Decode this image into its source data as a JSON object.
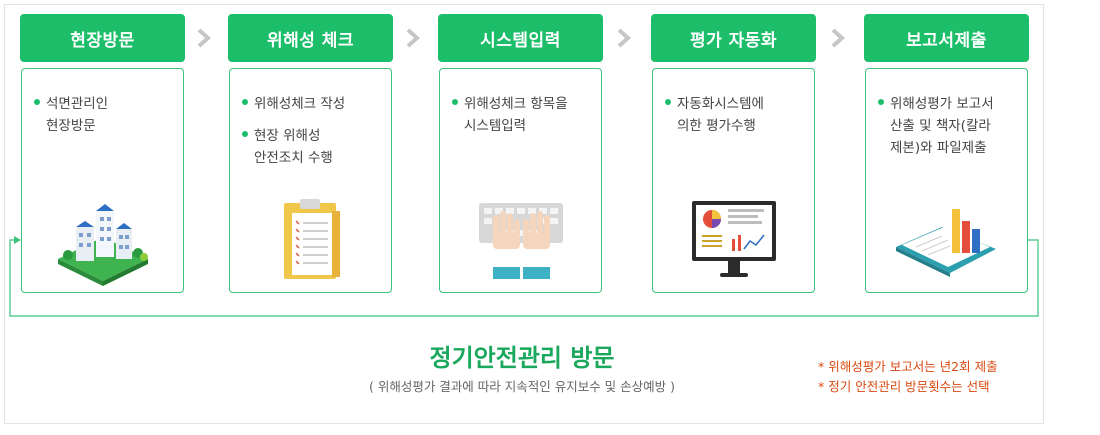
{
  "steps": [
    {
      "title": "현장방문",
      "bullets": [
        "석면관리인\n현장방문"
      ],
      "icon": "apartment-buildings-icon"
    },
    {
      "title": "위해성 체크",
      "bullets": [
        "위해성체크 작성",
        "현장 위해성\n안전조치 수행"
      ],
      "icon": "clipboard-checklist-icon"
    },
    {
      "title": "시스템입력",
      "bullets": [
        "위해성체크 항목을\n시스템입력"
      ],
      "icon": "keyboard-typing-icon"
    },
    {
      "title": "평가 자동화",
      "bullets": [
        "자동화시스템에\n의한 평가수행"
      ],
      "icon": "monitor-charts-icon"
    },
    {
      "title": "보고서제출",
      "bullets": [
        "위해성평가 보고서\n산출 및 책자(칼라\n제본)와 파일제출"
      ],
      "icon": "folder-bar-chart-icon"
    }
  ],
  "visit": {
    "title": "정기안전관리 방문",
    "subtitle": "( 위해성평가 결과에 따라 지속적인 유지보수 및 손상예방 )"
  },
  "notes": [
    "* 위해성평가 보고서는 년2회 제출",
    "* 정기 안전관리 방문횟수는 선택"
  ],
  "colors": {
    "accent": "#1cbe6a",
    "note": "#d94a10"
  }
}
